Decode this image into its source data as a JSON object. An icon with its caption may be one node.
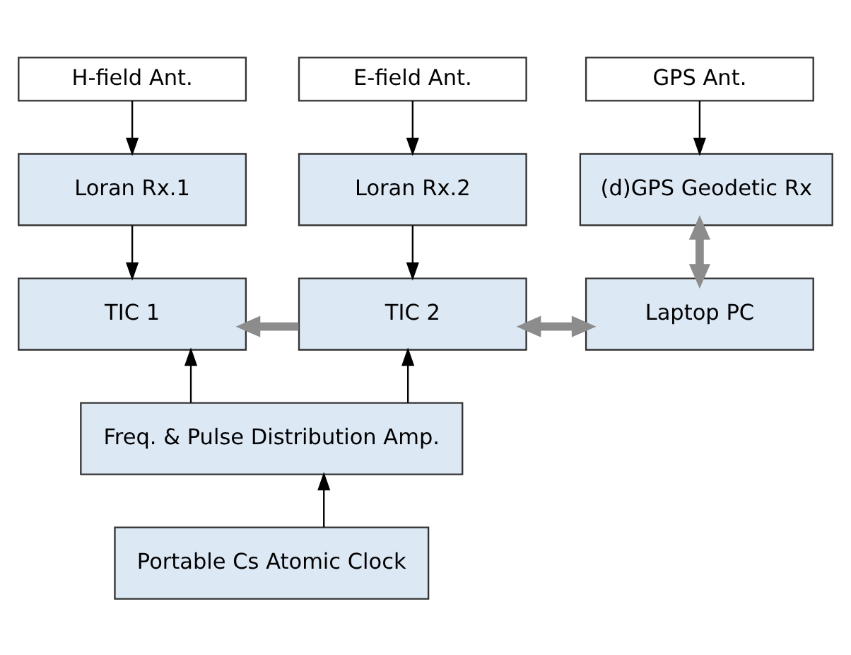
{
  "diagram": {
    "nodes": [
      {
        "text": [
          "H-field Ant."
        ]
      },
      {
        "text": [
          "E-field Ant."
        ]
      },
      {
        "text": [
          "GPS Ant."
        ]
      },
      {
        "text": [
          "Loran Rx.1"
        ]
      },
      {
        "text": [
          "Loran Rx.2"
        ]
      },
      {
        "text": [
          "(d)GPS Geodetic Rx"
        ]
      },
      {
        "text": [
          "TIC 1"
        ]
      },
      {
        "text": [
          "TIC 2"
        ]
      },
      {
        "text": [
          "Laptop PC"
        ]
      },
      {
        "text": [
          "Freq. & Pulse Distribution Amp."
        ]
      },
      {
        "text": [
          "Portable Cs Atomic Clock"
        ]
      }
    ],
    "edges": [
      {
        "from": 0,
        "to": 3,
        "arrow": "to"
      },
      {
        "from": 1,
        "to": 4,
        "arrow": "to"
      },
      {
        "from": 2,
        "to": 5,
        "arrow": "to"
      },
      {
        "from": 3,
        "to": 6,
        "arrow": "to"
      },
      {
        "from": 4,
        "to": 7,
        "arrow": "to"
      },
      {
        "from": 5,
        "to": 8,
        "arrow": "both",
        "style": "thick",
        "color": "#8c8c8c"
      },
      {
        "from": 7,
        "to": 6,
        "arrow": "to",
        "style": "thick",
        "color": "#8c8c8c"
      },
      {
        "from": 7,
        "to": 8,
        "arrow": "both",
        "style": "thick",
        "color": "#8c8c8c"
      },
      {
        "from": 9,
        "to": 6,
        "arrow": "to"
      },
      {
        "from": 9,
        "to": 7,
        "arrow": "to"
      },
      {
        "from": 10,
        "to": 9,
        "arrow": "to"
      }
    ]
  }
}
